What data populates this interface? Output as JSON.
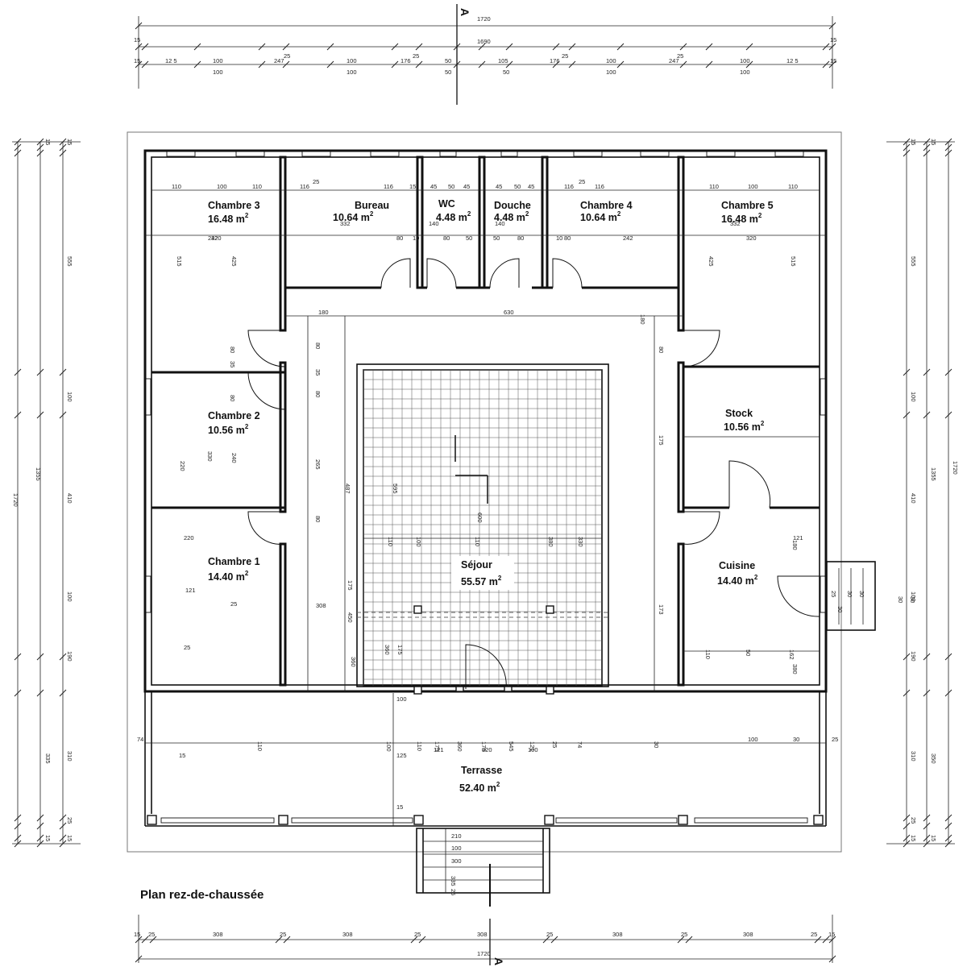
{
  "plan_title": "Plan rez-de-chaussée",
  "section_marks": {
    "top": "A",
    "bottom": "A"
  },
  "rooms": [
    {
      "id": "chambre-3",
      "name": "Chambre 3",
      "area": "16.48 m",
      "sup": "2"
    },
    {
      "id": "bureau",
      "name": "Bureau",
      "area": "10.64 m",
      "sup": "2"
    },
    {
      "id": "wc",
      "name": "WC",
      "area": "4.48 m",
      "sup": "2"
    },
    {
      "id": "douche",
      "name": "Douche",
      "area": "4.48 m",
      "sup": "2"
    },
    {
      "id": "chambre-4",
      "name": "Chambre 4",
      "area": "10.64 m",
      "sup": "2"
    },
    {
      "id": "chambre-5",
      "name": "Chambre 5",
      "area": "16.48 m",
      "sup": "2"
    },
    {
      "id": "chambre-2",
      "name": "Chambre 2",
      "area": "10.56 m",
      "sup": "2"
    },
    {
      "id": "stock",
      "name": "Stock",
      "area": "10.56 m",
      "sup": "2"
    },
    {
      "id": "chambre-1",
      "name": "Chambre 1",
      "area": "14.40 m",
      "sup": "2"
    },
    {
      "id": "sejour",
      "name": "Séjour",
      "area": "55.57 m",
      "sup": "2"
    },
    {
      "id": "cuisine",
      "name": "Cuisine",
      "area": "14.40 m",
      "sup": "2"
    },
    {
      "id": "terrasse",
      "name": "Terrasse",
      "area": "52.40 m",
      "sup": "2"
    }
  ],
  "dims_top": {
    "overall": "1720",
    "inner": "1690",
    "edge_left": "15",
    "edge_right": "15",
    "row3": [
      "15",
      "12 5",
      "100",
      "247",
      "25",
      "100",
      "176",
      "25",
      "50",
      "105",
      "176",
      "25",
      "100",
      "247",
      "25",
      "100",
      "12 5",
      "15"
    ],
    "row3_under": [
      "100",
      "100",
      "50",
      "50",
      "100",
      "100"
    ]
  },
  "dims_bottom": {
    "overall": "1720",
    "row": [
      "15",
      "25",
      "308",
      "25",
      "308",
      "25",
      "308",
      "25",
      "308",
      "25",
      "308",
      "25",
      "15"
    ]
  },
  "dims_left": {
    "overall": "1720",
    "inner": "1355",
    "segs": [
      "15",
      "15",
      "555",
      "100",
      "410",
      "100",
      "190",
      "335",
      "310",
      "25",
      "15",
      "15"
    ]
  },
  "dims_right": {
    "overall": "1720",
    "inner": "1355",
    "segs": [
      "15",
      "15",
      "555",
      "100",
      "410",
      "100",
      "190",
      "350",
      "310",
      "25",
      "15",
      "15"
    ]
  },
  "dims_interior": [
    "110",
    "100",
    "110",
    "116",
    "25",
    "116",
    "15",
    "45",
    "50",
    "45",
    "45",
    "50",
    "45",
    "116",
    "25",
    "116",
    "110",
    "100",
    "110",
    "320",
    "332",
    "242",
    "140",
    "140",
    "242",
    "332",
    "320",
    "80",
    "80",
    "50",
    "50",
    "80",
    "80",
    "10",
    "10",
    "180",
    "630",
    "180",
    "515",
    "425",
    "425",
    "515",
    "80",
    "80",
    "80",
    "80",
    "35",
    "35",
    "80",
    "80",
    "220",
    "330",
    "240",
    "265",
    "487",
    "595",
    "600",
    "110",
    "100",
    "110",
    "380",
    "330",
    "220",
    "121",
    "25",
    "308",
    "25",
    "121",
    "175",
    "450",
    "360",
    "360",
    "175",
    "175",
    "110",
    "50",
    "162",
    "180",
    "173",
    "380",
    "110",
    "100",
    "110",
    "175",
    "360",
    "175",
    "545",
    "121",
    "25",
    "74",
    "30",
    "100",
    "30",
    "74",
    "25",
    "121",
    "320",
    "100",
    "125",
    "15",
    "15",
    "100",
    "210",
    "100",
    "300",
    "335",
    "25",
    "25",
    "30",
    "30",
    "30",
    "30",
    "30",
    "30",
    "30",
    "30",
    "30",
    "210",
    "100"
  ]
}
